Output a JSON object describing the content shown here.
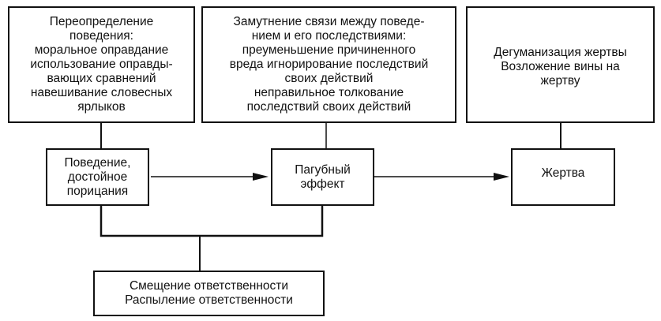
{
  "diagram": {
    "boxes": {
      "redefinition": {
        "text": "Переопределение\nповедения:\nморальное оправдание\nиспользование оправды-\nвающих сравнений\nнавешивание словесных\nярлыков"
      },
      "obscuring": {
        "text": "Замутнение связи между поведе-\nнием и его последствиями:\nпреуменьшение причиненного\nвреда игнорирование последствий\nсвоих действий\nнеправильное толкование\nпоследствий своих действий"
      },
      "dehumanization": {
        "text": "Дегуманизация жертвы\nВозложение вины на\nжертву"
      },
      "behavior": {
        "text": "Поведение,\nдостойное\nпорицания"
      },
      "harmful_effect": {
        "text": "Пагубный\nэффект"
      },
      "victim": {
        "text": "Жертва"
      },
      "responsibility": {
        "text": "Смещение ответственности\nРаспыление ответственности"
      }
    },
    "edges": [
      {
        "from": "redefinition",
        "to": "behavior",
        "type": "line"
      },
      {
        "from": "obscuring",
        "to": "harmful_effect",
        "type": "line"
      },
      {
        "from": "dehumanization",
        "to": "victim",
        "type": "line"
      },
      {
        "from": "behavior",
        "to": "harmful_effect",
        "type": "arrow"
      },
      {
        "from": "harmful_effect",
        "to": "victim",
        "type": "arrow"
      },
      {
        "from": "behavior+harmful_effect",
        "to": "responsibility",
        "type": "bracket-line"
      }
    ]
  }
}
